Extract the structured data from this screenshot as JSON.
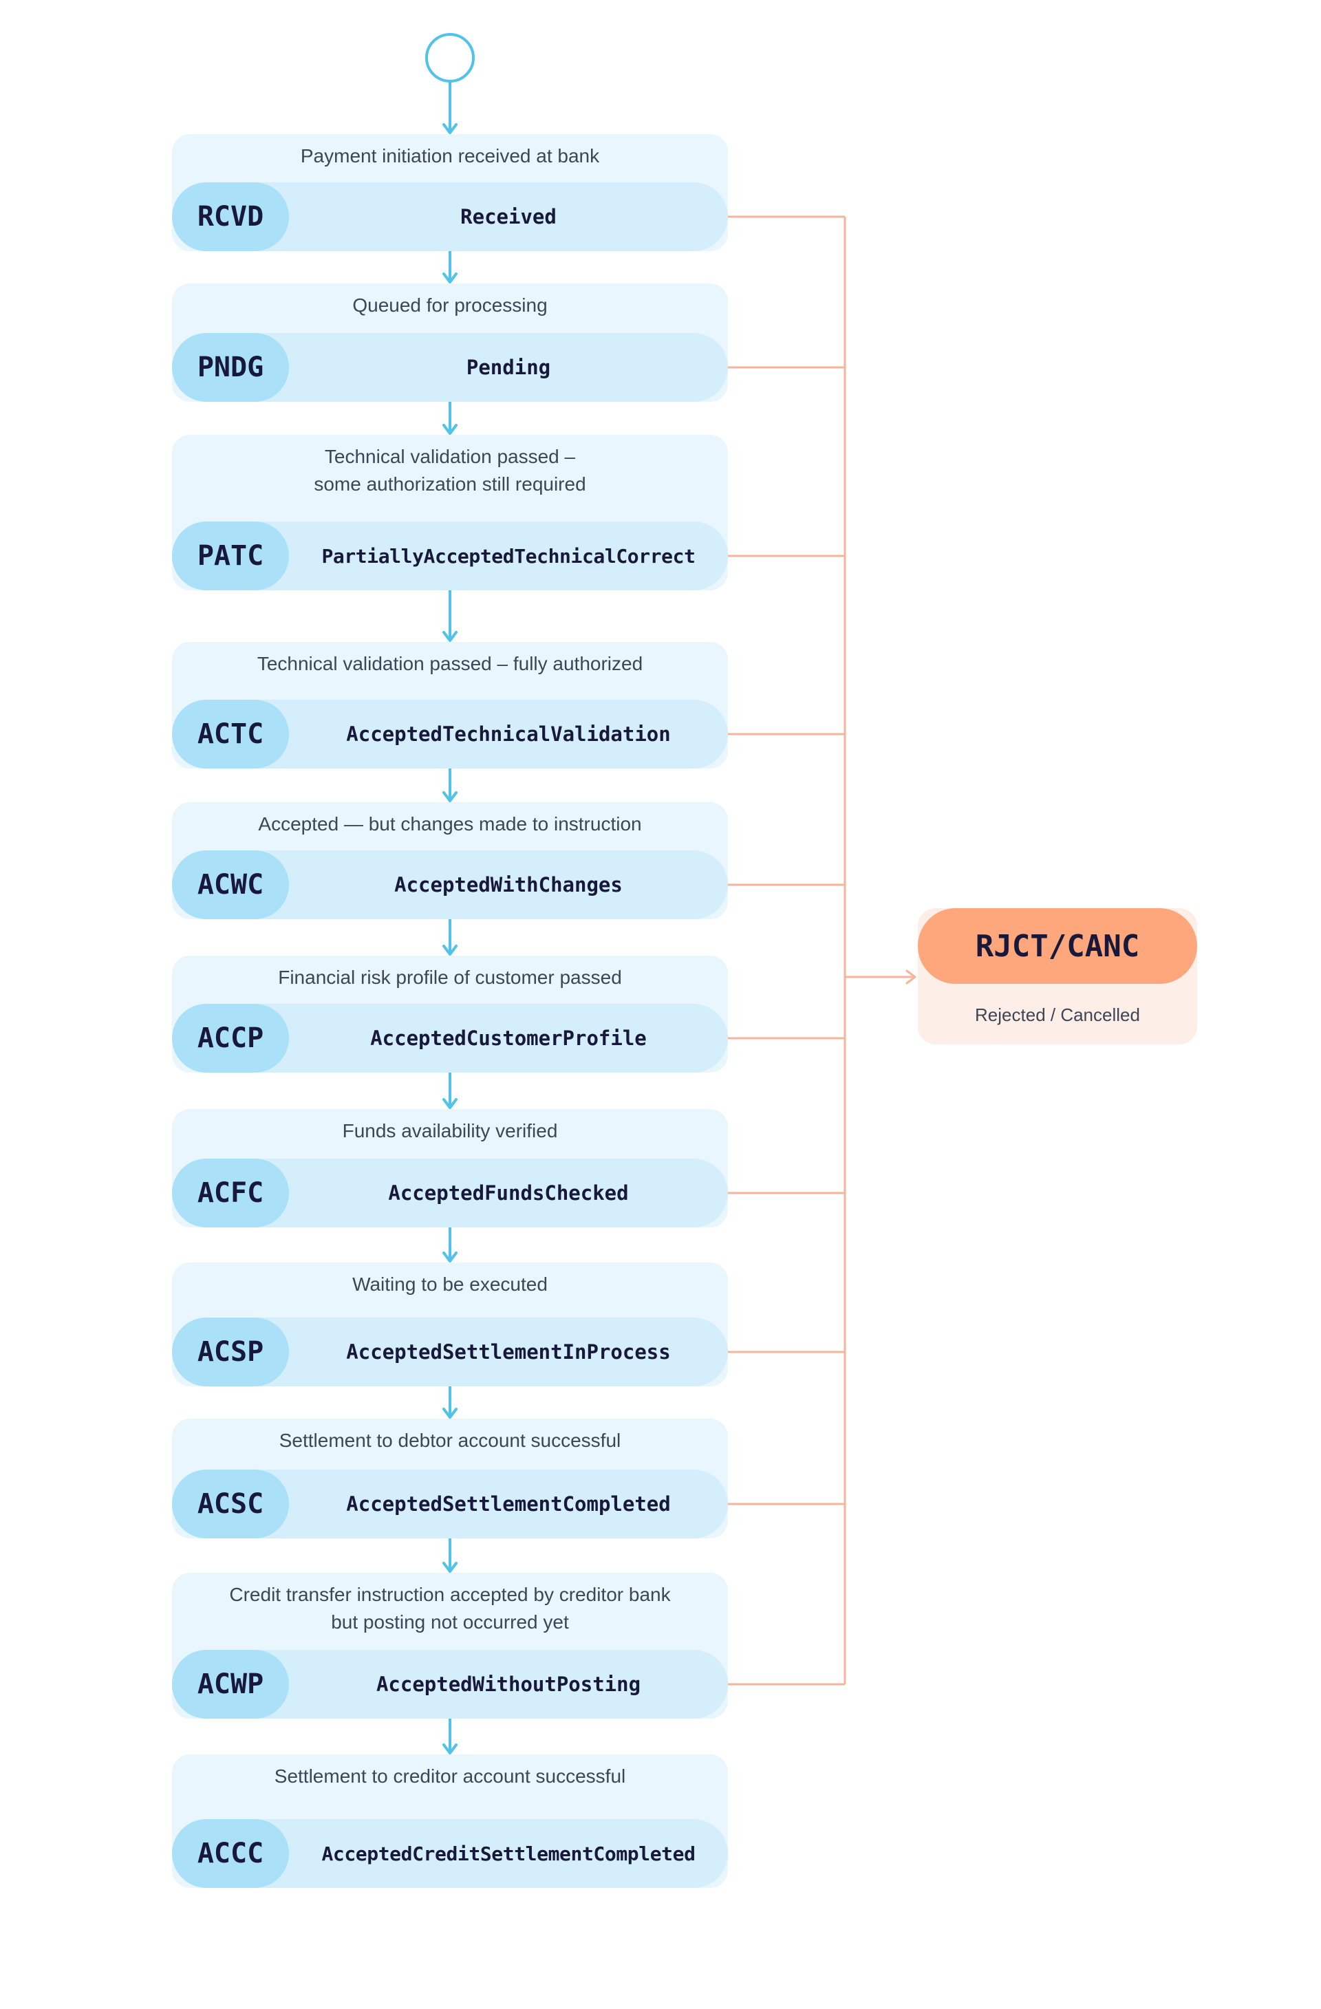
{
  "colors": {
    "flow_arrow": "#4fc3ea",
    "reject_line": "#f7b49c",
    "card_bg": "#e9f6fd",
    "pill_bg": "#d5eefb",
    "code_bg": "#abe0f9",
    "reject_bg": "#fdeee8",
    "reject_pill": "#fea77c"
  },
  "steps": [
    {
      "code": "RCVD",
      "name": "Received",
      "description": "Payment initiation received at bank"
    },
    {
      "code": "PNDG",
      "name": "Pending",
      "description": "Queued for processing"
    },
    {
      "code": "PATC",
      "name": "PartiallyAcceptedTechnicalCorrect",
      "description": "Technical validation passed –\nsome authorization still required"
    },
    {
      "code": "ACTC",
      "name": "AcceptedTechnicalValidation",
      "description": "Technical validation passed – fully authorized"
    },
    {
      "code": "ACWC",
      "name": "AcceptedWithChanges",
      "description": "Accepted — but changes made to instruction"
    },
    {
      "code": "ACCP",
      "name": "AcceptedCustomerProfile",
      "description": "Financial risk profile of customer passed"
    },
    {
      "code": "ACFC",
      "name": "AcceptedFundsChecked",
      "description": "Funds availability verified"
    },
    {
      "code": "ACSP",
      "name": "AcceptedSettlementInProcess",
      "description": "Waiting to be executed"
    },
    {
      "code": "ACSC",
      "name": "AcceptedSettlementCompleted",
      "description": "Settlement to debtor account successful"
    },
    {
      "code": "ACWP",
      "name": "AcceptedWithoutPosting",
      "description": "Credit transfer instruction accepted by creditor bank\nbut posting not occurred yet"
    },
    {
      "code": "ACCC",
      "name": "AcceptedCreditSettlementCompleted",
      "description": "Settlement to creditor account successful"
    }
  ],
  "reject": {
    "code": "RJCT/CANC",
    "label": "Rejected / Cancelled"
  }
}
